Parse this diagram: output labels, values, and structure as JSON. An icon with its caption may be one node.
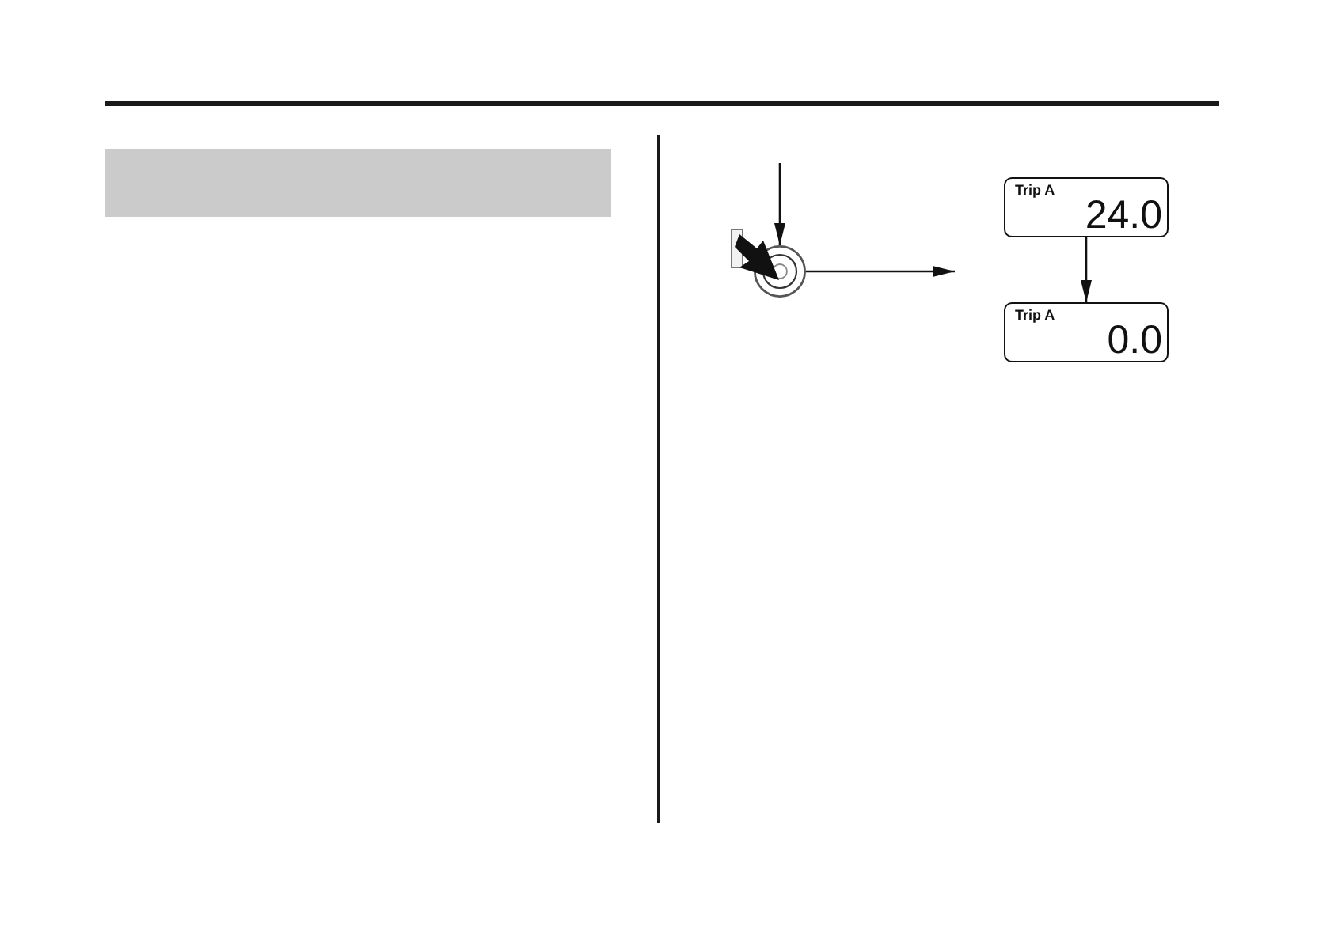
{
  "diagram": {
    "nodes": [
      {
        "text": [],
        "shape": "bar"
      },
      {
        "text": [],
        "shape": "circle"
      },
      {
        "text": [
          "Trip A",
          "24.0"
        ]
      },
      {
        "text": [
          "Trip A",
          "0.0"
        ]
      }
    ],
    "edges": [
      {
        "from": null,
        "to": 1,
        "arrow": "to"
      },
      {
        "from": 1,
        "to": null,
        "arrow": "to"
      },
      {
        "from": 2,
        "to": 3,
        "arrow": "to"
      }
    ]
  }
}
